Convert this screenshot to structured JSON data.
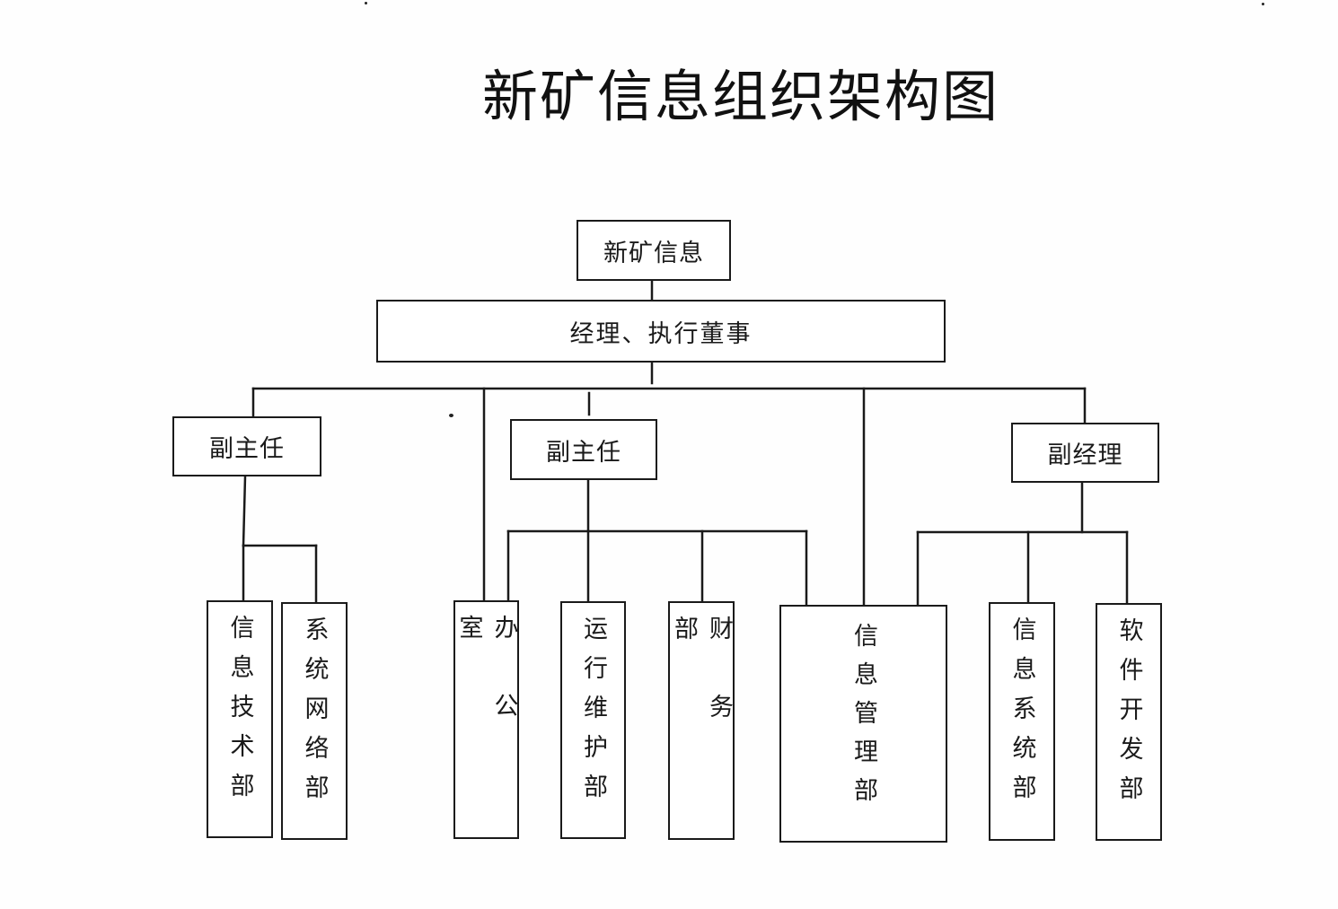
{
  "title": "新矿信息组织架构图",
  "root": "新矿信息",
  "executive": "经理、执行董事",
  "deputies": {
    "left": "副主任",
    "center": "副主任",
    "right": "副经理"
  },
  "departments": {
    "info_tech": "信息技术部",
    "sys_network": "系统网络部",
    "office": "办公室",
    "ops_maint": "运行维护部",
    "finance": "财务部",
    "info_mgmt": "信息管理部",
    "info_system": "信息系统部",
    "software_dev": "软件开发部"
  },
  "colors": {
    "line": "#1a1a1a",
    "background": "#ffffff"
  }
}
